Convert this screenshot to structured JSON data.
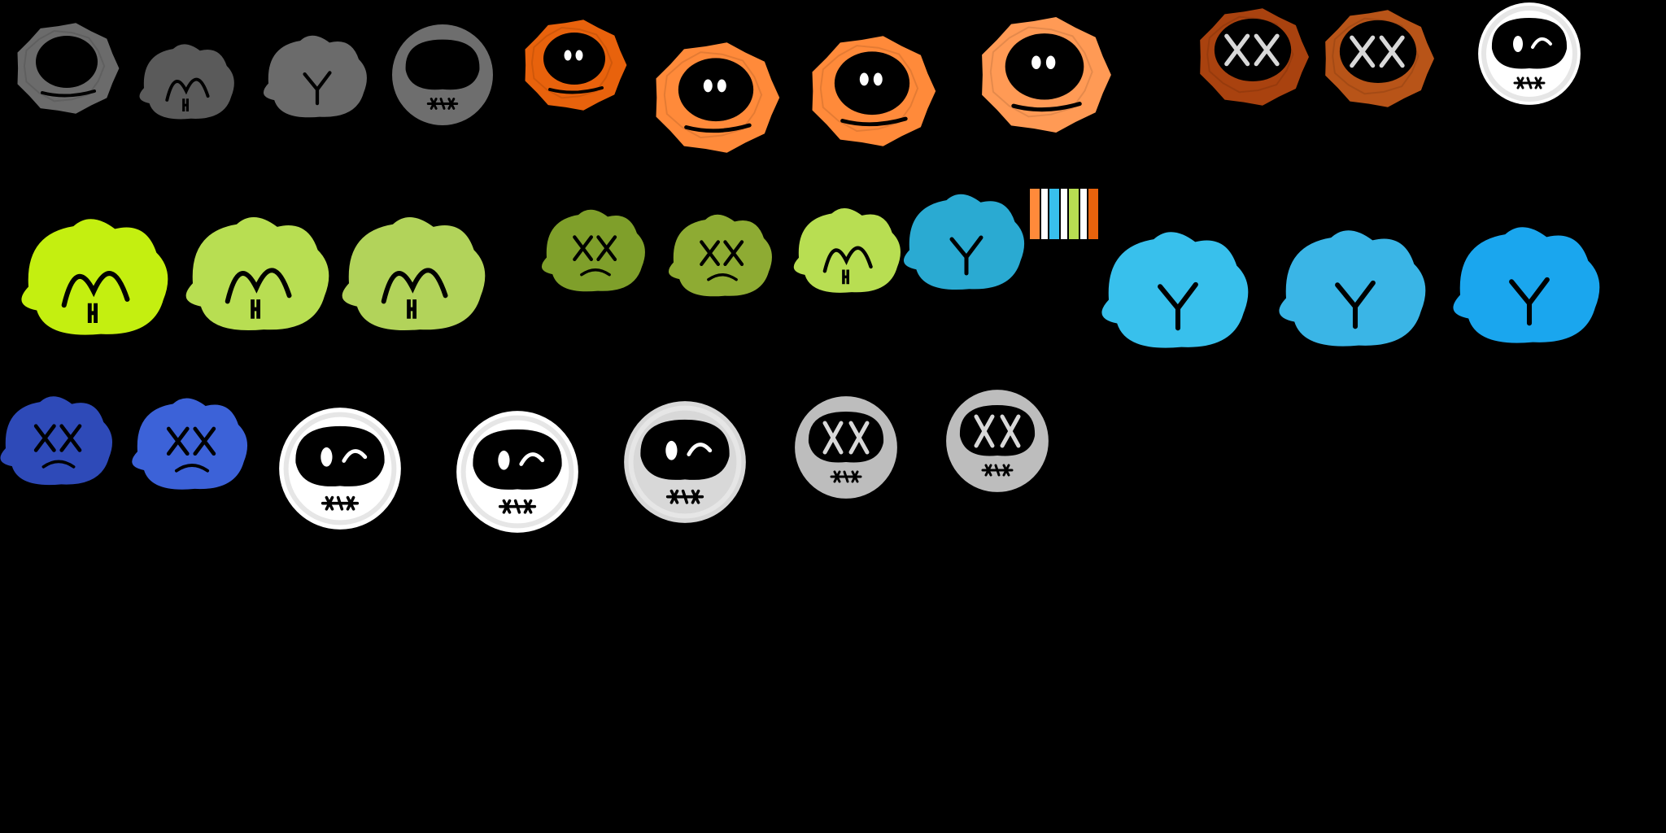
{
  "sheet": {
    "background": "#000000"
  },
  "palette": {
    "outline": "#000000",
    "eye_white": "#ffffff",
    "gray_face": "#6b6b6b",
    "gray_face_dark": "#5a5a5a",
    "gray_skull": "#6e6e6e",
    "orange_dark": "#e8620c",
    "orange": "#ff8a3a",
    "orange_light": "#ff9a55",
    "brown": "#a9420f",
    "brown_light": "#b85418",
    "white": "#ffffff",
    "light_gray": "#d8d8d8",
    "mid_gray": "#bdbdbd",
    "lime_bright": "#c4ef10",
    "lime": "#b8de52",
    "lime_pale": "#b2d35a",
    "olive": "#7f9f2a",
    "olive_light": "#8eab33",
    "cyan": "#2aaad2",
    "sky": "#38c0ec",
    "sky_light": "#3ab5e6",
    "azure": "#1aa6ee",
    "navy": "#2e4ab8",
    "royal": "#3c62d8"
  },
  "color_swatches": [
    "#ff8a3a",
    "#ffffff",
    "#38c0ec",
    "#ffffff",
    "#b8de52",
    "#ffffff",
    "#e8620c"
  ],
  "sprites": [
    {
      "name": "gray-round-happy-sprite",
      "body": "gray_face",
      "shape": "blob",
      "face": "happy-big-eyes"
    },
    {
      "name": "gray-hair-frown-sprite-a",
      "body": "gray_face_dark",
      "shape": "hair",
      "face": "frown-m"
    },
    {
      "name": "gray-hair-frown-sprite-b",
      "body": "gray_face",
      "shape": "hair",
      "face": "frown-y"
    },
    {
      "name": "gray-skull-sprite",
      "body": "gray_skull",
      "shape": "circle",
      "face": "skull-stitch"
    },
    {
      "name": "orange-blob-sprite-a",
      "body": "orange_dark",
      "shape": "blob",
      "face": "dot-eyes"
    },
    {
      "name": "orange-blob-sprite-b",
      "body": "orange",
      "shape": "blob",
      "face": "dot-eyes"
    },
    {
      "name": "orange-blob-sprite-c",
      "body": "orange",
      "shape": "blob",
      "face": "dot-eyes"
    },
    {
      "name": "orange-blob-sprite-d",
      "body": "orange_light",
      "shape": "blob",
      "face": "dot-eyes"
    },
    {
      "name": "brown-dead-sprite-a",
      "body": "brown",
      "shape": "blob",
      "face": "xx-eyes"
    },
    {
      "name": "brown-dead-sprite-b",
      "body": "brown_light",
      "shape": "blob",
      "face": "xx-eyes"
    },
    {
      "name": "white-skull-wink-sprite-top",
      "body": "white",
      "shape": "circle",
      "face": "skull-wink"
    },
    {
      "name": "lime-hair-frown-sprite",
      "body": "lime_bright",
      "shape": "hair",
      "face": "frown-m"
    },
    {
      "name": "lime-hair-frown-sprite-b",
      "body": "lime",
      "shape": "hair",
      "face": "frown-m"
    },
    {
      "name": "lime-hair-frown-sprite-c",
      "body": "lime_pale",
      "shape": "hair",
      "face": "frown-m"
    },
    {
      "name": "olive-dead-sprite-a",
      "body": "olive",
      "shape": "hair",
      "face": "xx-sad"
    },
    {
      "name": "olive-dead-sprite-b",
      "body": "olive_light",
      "shape": "hair",
      "face": "xx-sad"
    },
    {
      "name": "lime-hair-frown-sprite-small",
      "body": "lime",
      "shape": "hair",
      "face": "frown-m"
    },
    {
      "name": "cyan-hair-sprite-small",
      "body": "cyan",
      "shape": "hair",
      "face": "frown-y"
    },
    {
      "name": "sky-hair-sprite-a",
      "body": "sky",
      "shape": "hair",
      "face": "frown-y"
    },
    {
      "name": "sky-hair-sprite-b",
      "body": "sky_light",
      "shape": "hair",
      "face": "frown-y"
    },
    {
      "name": "azure-hair-sprite",
      "body": "azure",
      "shape": "hair",
      "face": "frown-y"
    },
    {
      "name": "navy-dead-sprite",
      "body": "navy",
      "shape": "hair",
      "face": "xx-sad"
    },
    {
      "name": "royal-dead-sprite",
      "body": "royal",
      "shape": "hair",
      "face": "xx-sad"
    },
    {
      "name": "white-skull-wink-sprite-a",
      "body": "white",
      "shape": "circle",
      "face": "skull-wink"
    },
    {
      "name": "white-skull-wink-sprite-b",
      "body": "white",
      "shape": "circle",
      "face": "skull-wink"
    },
    {
      "name": "white-skull-wink-sprite-c",
      "body": "light_gray",
      "shape": "circle",
      "face": "skull-wink"
    },
    {
      "name": "gray-skull-xx-sprite-a",
      "body": "mid_gray",
      "shape": "circle",
      "face": "skull-xx"
    },
    {
      "name": "gray-skull-xx-sprite-b",
      "body": "mid_gray",
      "shape": "circle",
      "face": "skull-xx"
    }
  ]
}
